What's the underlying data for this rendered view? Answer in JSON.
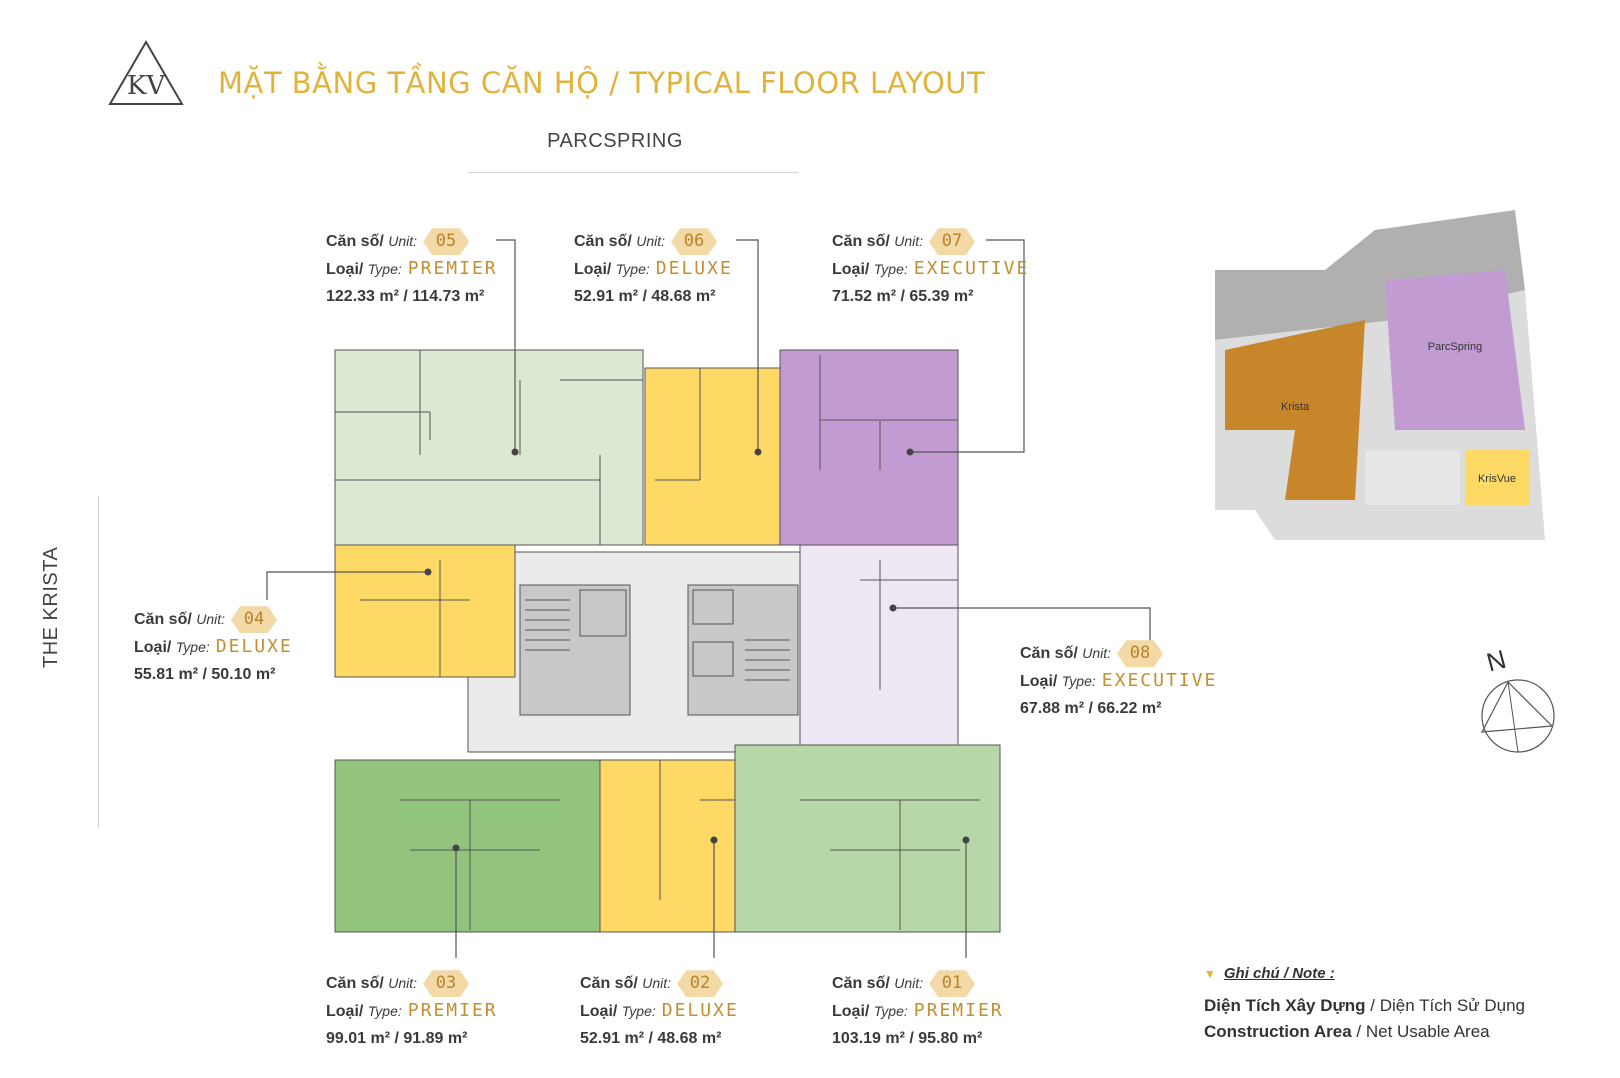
{
  "header": {
    "title": "MẶT BẰNG TẦNG CĂN HỘ / TYPICAL FLOOR LAYOUT",
    "logo_text": "KV"
  },
  "labels": {
    "north_building": "PARCSPRING",
    "west_building": "THE KRISTA",
    "compass": "N"
  },
  "unit_labels": {
    "unit_vi": "Căn số/",
    "unit_en": "Unit:",
    "type_vi": "Loại/",
    "type_en": "Type:"
  },
  "units": [
    {
      "no": "05",
      "type": "PREMIER",
      "area": "122.33 m² / 114.73 m²"
    },
    {
      "no": "06",
      "type": "DELUXE",
      "area": "52.91 m² / 48.68 m²"
    },
    {
      "no": "07",
      "type": "EXECUTIVE",
      "area": "71.52 m² / 65.39 m²"
    },
    {
      "no": "04",
      "type": "DELUXE",
      "area": "55.81 m² / 50.10 m²"
    },
    {
      "no": "08",
      "type": "EXECUTIVE",
      "area": "67.88 m² / 66.22 m²"
    },
    {
      "no": "03",
      "type": "PREMIER",
      "area": "99.01 m² / 91.89 m²"
    },
    {
      "no": "02",
      "type": "DELUXE",
      "area": "52.91 m² / 48.68 m²"
    },
    {
      "no": "01",
      "type": "PREMIER",
      "area": "103.19 m² / 95.80 m²"
    }
  ],
  "site_map": {
    "blocks": [
      "ParcSpring",
      "Krista",
      "KrisVue"
    ]
  },
  "note": {
    "title": "Ghi chú / Note :",
    "line1_a": "Diện Tích Xây Dựng",
    "line1_b": " / Diện Tích Sử Dụng",
    "line2_a": "Construction Area",
    "line2_b": " / Net Usable Area"
  },
  "colors": {
    "premier_light": "#dbe8d2",
    "premier_dark": "#93c47d",
    "premier_mid": "#b6d7a8",
    "deluxe": "#ffd966",
    "executive": "#c39bd3",
    "executive_light": "#eee6f2",
    "core": "#c8c8c8",
    "corridor": "#ebebeb",
    "accent": "#e2b33b"
  }
}
